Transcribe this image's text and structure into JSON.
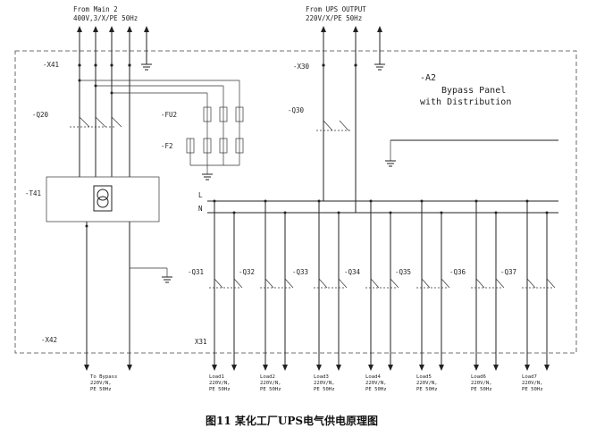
{
  "source_left": {
    "name": "From Main 2",
    "spec": "400V,3/X/PE 50Hz"
  },
  "source_right": {
    "name": "From UPS OUTPUT",
    "spec": "220V/X/PE 50Hz"
  },
  "panel": {
    "id": "-A2",
    "title_line1": "Bypass Panel",
    "title_line2": "with Distribution"
  },
  "tags": {
    "x41": "-X41",
    "q20": "-Q20",
    "fu2": "-FU2",
    "f2": "-F2",
    "t41": "-T41",
    "x30": "-X30",
    "q30": "-Q30",
    "x42": "-X42",
    "x31": "X31"
  },
  "buses": {
    "l": "L",
    "n": "N"
  },
  "breakers": [
    "-Q31",
    "-Q32",
    "-Q33",
    "-Q34",
    "-Q35",
    "-Q36",
    "-Q37"
  ],
  "bypass_out": {
    "name": "To Bypass",
    "spec": "220V/N,",
    "extra": "PE 50Hz"
  },
  "loads": [
    {
      "name": "Load1",
      "spec": "220V/N,",
      "extra": "PE 50Hz"
    },
    {
      "name": "Load2",
      "spec": "220V/N,",
      "extra": "PE 50Hz"
    },
    {
      "name": "Load3",
      "spec": "220V/N,",
      "extra": "PE 50Hz"
    },
    {
      "name": "Load4",
      "spec": "220V/N,",
      "extra": "PE 50Hz"
    },
    {
      "name": "Load5",
      "spec": "220V/N,",
      "extra": "PE 50Hz"
    },
    {
      "name": "Load6",
      "spec": "220V/N,",
      "extra": "PE 50Hz"
    },
    {
      "name": "Load7",
      "spec": "220V/N,",
      "extra": "PE 50Hz"
    }
  ],
  "caption": "图11   某化工厂UPS电气供电原理图"
}
